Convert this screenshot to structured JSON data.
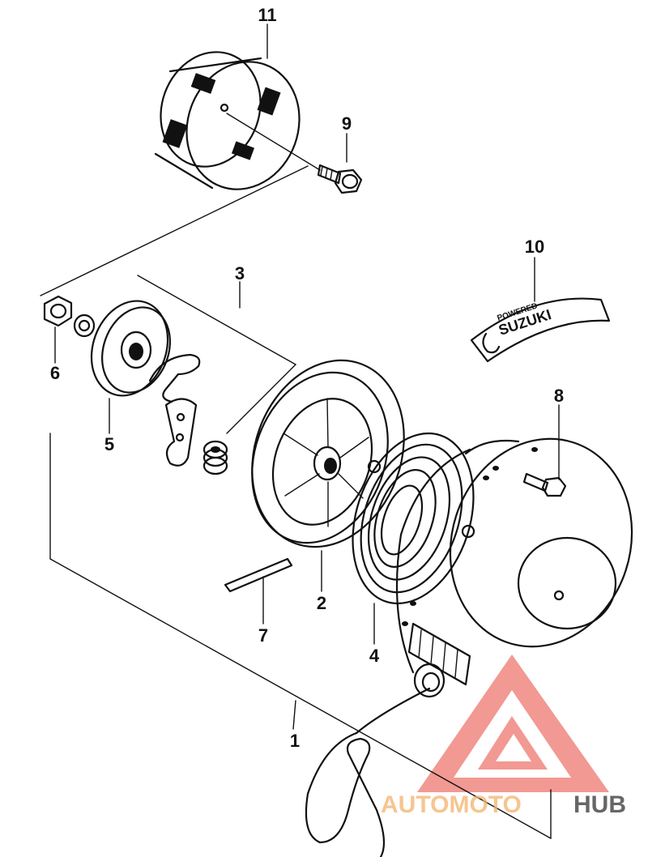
{
  "diagram": {
    "callouts": [
      {
        "id": "11",
        "text": "11"
      },
      {
        "id": "9",
        "text": "9"
      },
      {
        "id": "10",
        "text": "10"
      },
      {
        "id": "3",
        "text": "3"
      },
      {
        "id": "6",
        "text": "6"
      },
      {
        "id": "5",
        "text": "5"
      },
      {
        "id": "8",
        "text": "8"
      },
      {
        "id": "2",
        "text": "2"
      },
      {
        "id": "7",
        "text": "7"
      },
      {
        "id": "4",
        "text": "4"
      },
      {
        "id": "1",
        "text": "1"
      }
    ],
    "decal": {
      "brand": "SUZUKI",
      "subtext": "POWERED"
    }
  },
  "watermark": {
    "part1": "AUTOMOTO",
    "part2": "HUB",
    "color_primary": "#e8463c",
    "color_secondary": "#f3b26b",
    "color_dark": "#333333"
  }
}
